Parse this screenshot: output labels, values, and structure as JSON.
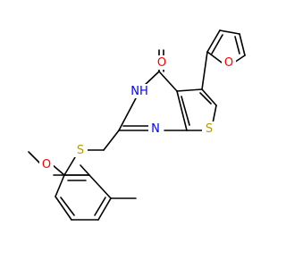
{
  "molecule": {
    "atoms": {
      "o_carbonyl": {
        "text": "O",
        "color": "#ff0000"
      },
      "o_furan": {
        "text": "O",
        "color": "#ff0000"
      },
      "nh": {
        "text": "NH",
        "color": "#0000ff"
      },
      "n_ring": {
        "text": "N",
        "color": "#0000ff"
      },
      "s_thiophene": {
        "text": "S",
        "color": "#b2a000"
      },
      "s_linker": {
        "text": "S",
        "color": "#b2a000"
      },
      "o_methoxy": {
        "text": "O",
        "color": "#ff0000"
      }
    },
    "bond_color": "#000000",
    "background": "#ffffff"
  }
}
